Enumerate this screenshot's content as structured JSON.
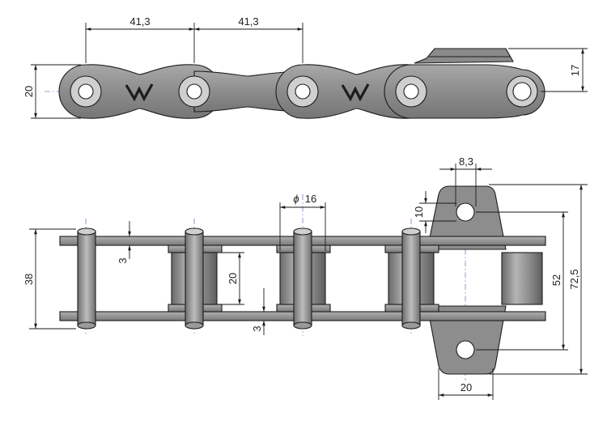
{
  "drawing": {
    "type": "technical drawing - roller chain with attachment link",
    "dimensions": {
      "pitch_1": "41,3",
      "pitch_2": "41,3",
      "plate_height": "20",
      "attachment_hole_height": "17",
      "hole_width": "8,3",
      "hole_offset": "10",
      "roller_diameter": "16",
      "roller_diameter_symbol": "ϕ",
      "plate_thickness_top": "3",
      "plate_thickness_bottom": "3",
      "inner_width": "20",
      "overall_width": "38",
      "attachment_hole_spacing": "52",
      "attachment_overall_height": "72,5",
      "attachment_width": "20"
    },
    "logo": "W",
    "colors": {
      "plate_fill": "#8e8e8e",
      "roller_fill": "#9a9a9a",
      "outline": "#1c1c1c",
      "centerline": "#4a4fb0",
      "dimension": "#1a1a1a"
    }
  }
}
